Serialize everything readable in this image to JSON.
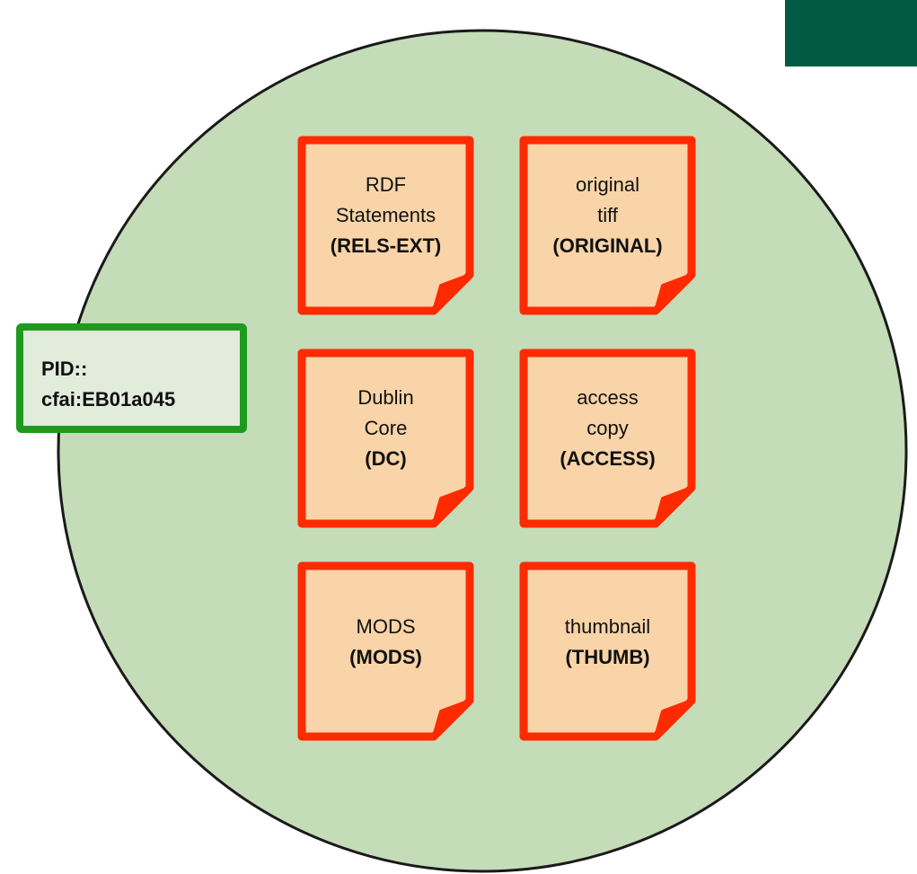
{
  "pid": {
    "label": "PID::",
    "value": "cfai:EB01a045"
  },
  "datastreams": [
    {
      "lines": [
        "RDF",
        "Statements"
      ],
      "id": "(RELS-EXT)"
    },
    {
      "lines": [
        "original",
        "tiff"
      ],
      "id": "(ORIGINAL)"
    },
    {
      "lines": [
        "Dublin",
        "Core"
      ],
      "id": "(DC)"
    },
    {
      "lines": [
        "access",
        "copy"
      ],
      "id": "(ACCESS)"
    },
    {
      "lines": [
        "MODS"
      ],
      "id": "(MODS)"
    },
    {
      "lines": [
        "thumbnail"
      ],
      "id": "(THUMB)"
    }
  ],
  "colors": {
    "object_fill": "#c4dcb8",
    "object_stroke": "#1a1a1a",
    "datastream_fill": "#f8d4a8",
    "datastream_stroke": "#ff2a00",
    "pid_border": "#1f9a1f",
    "pid_fill": "#e2ecdb",
    "corner_block": "#005a44"
  }
}
